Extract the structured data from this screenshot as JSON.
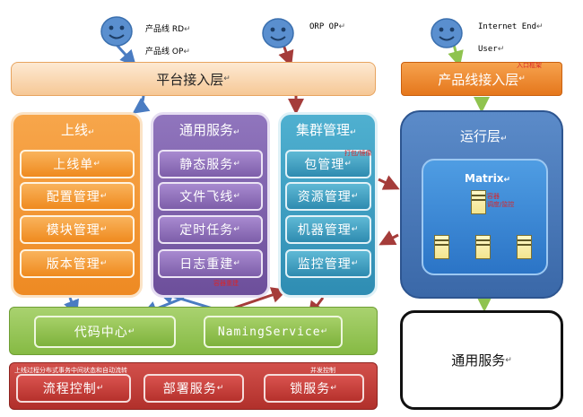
{
  "actors": {
    "rd": "产品线 RD",
    "op": "产品线 OP",
    "orp": "ORP OP",
    "internet": "Internet End",
    "user": "User"
  },
  "platform_layer": "平台接入层",
  "product_layer": "产品线接入层",
  "product_layer_note": "入口框架",
  "online": {
    "title": "上线",
    "items": [
      "上线单",
      "配置管理",
      "模块管理",
      "版本管理"
    ]
  },
  "general_service": {
    "title": "通用服务",
    "items": [
      "静态服务",
      "文件飞线",
      "定时任务",
      "日志重建"
    ],
    "note": "容器重建"
  },
  "cluster": {
    "title": "集群管理",
    "items": [
      "包管理",
      "资源管理",
      "机器管理",
      "监控管理"
    ],
    "note": "打包/镜像"
  },
  "runtime": {
    "title": "运行层",
    "matrix": "Matrix",
    "matrix_note1": "容器",
    "matrix_note2": "调度/监控"
  },
  "middle": {
    "code_center": "代码中心",
    "naming": "NamingService"
  },
  "bottom": {
    "note_left": "上线过程分布式事务中间状态和自动流转",
    "note_right": "并发控制",
    "items": [
      "流程控制",
      "部署服务",
      "锁服务"
    ]
  },
  "general_box": "通用服务",
  "return_mark": "↵",
  "colors": {
    "orange": "#f0902a",
    "purple": "#7d5ea9",
    "teal": "#3a98bd",
    "blue_panel": "#3f6fb0",
    "green": "#8fc34f",
    "red": "#c23b36",
    "arrow_red": "#a53c3a",
    "arrow_blue": "#4a7cc2"
  }
}
